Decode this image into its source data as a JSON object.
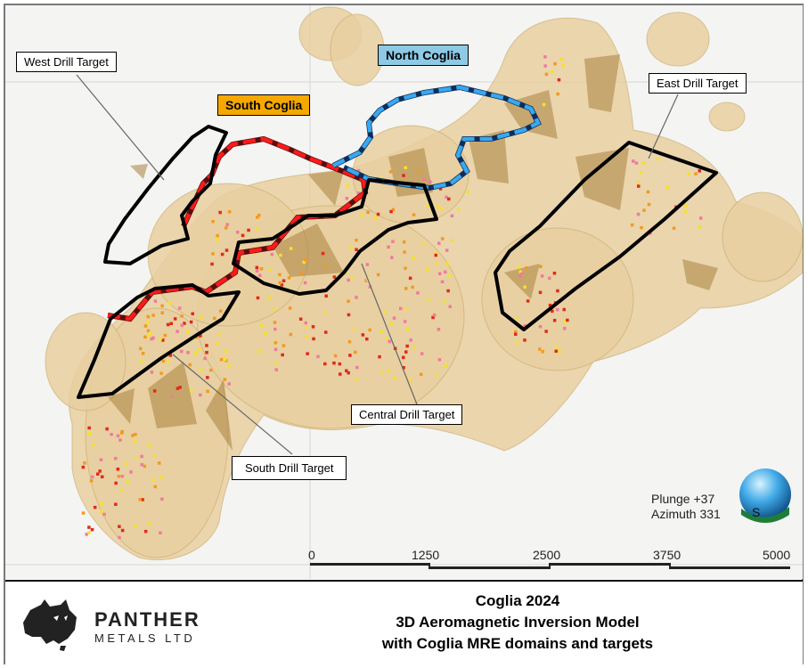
{
  "labels": {
    "west_target": "West Drill Target",
    "east_target": "East Drill Target",
    "central_target": "Central Drill Target",
    "south_target": "South Drill Target",
    "north_coglia": "North Coglia",
    "south_coglia": "South Coglia"
  },
  "colors": {
    "north_coglia_bg": "#8ecae6",
    "south_coglia_bg": "#f5a800",
    "model_fill": "#e8cfa0",
    "model_dark": "#b8934e",
    "red_domain": "#e01b1b",
    "blue_domain": "#3aa0e0",
    "point_yellow": "#f5e12a",
    "point_orange": "#f29a1e",
    "point_red": "#e02a1a",
    "point_pink": "#f07aa0"
  },
  "orientation": {
    "plunge": "Plunge +37",
    "azimuth": "Azimuth 331"
  },
  "scale": {
    "ticks": [
      "0",
      "1250",
      "2500",
      "3750",
      "5000"
    ]
  },
  "footer": {
    "brand_line1": "PANTHER",
    "brand_line2": "METALS LTD",
    "caption_line1": "Coglia 2024",
    "caption_line2": "3D Aeromagnetic Inversion Model",
    "caption_line3": "with Coglia MRE domains and targets"
  },
  "icons": {
    "logo": "panther-australia-logo",
    "orientation": "orientation-sphere-icon"
  }
}
